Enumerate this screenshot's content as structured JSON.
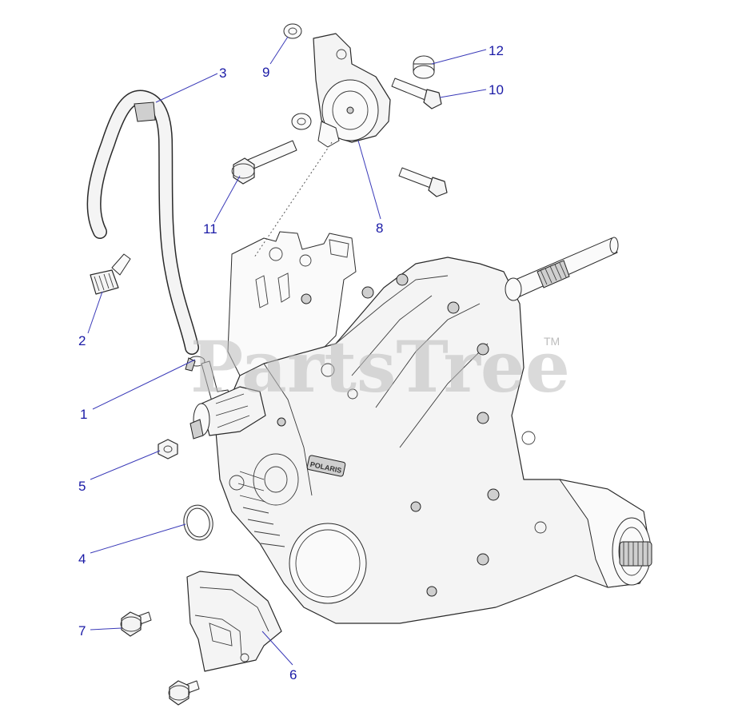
{
  "watermark": {
    "text": "PartsTree",
    "tm": "TM"
  },
  "callouts": [
    {
      "id": "1",
      "label": "1"
    },
    {
      "id": "2",
      "label": "2"
    },
    {
      "id": "3",
      "label": "3"
    },
    {
      "id": "4",
      "label": "4"
    },
    {
      "id": "5",
      "label": "5"
    },
    {
      "id": "6",
      "label": "6"
    },
    {
      "id": "7",
      "label": "7"
    },
    {
      "id": "8",
      "label": "8"
    },
    {
      "id": "9",
      "label": "9"
    },
    {
      "id": "10",
      "label": "10"
    },
    {
      "id": "11",
      "label": "11"
    },
    {
      "id": "12",
      "label": "12"
    }
  ],
  "casting_logo": "POLARIS",
  "colors": {
    "callout_text": "#1a1aa6",
    "leader_line": "#3a3ab8",
    "part_outline": "#2a2a2a",
    "watermark": "#bdbdbd"
  }
}
